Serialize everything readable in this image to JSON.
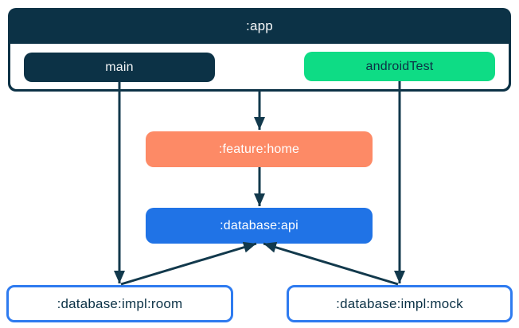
{
  "diagram": {
    "nodes": {
      "app": {
        "label": ":app",
        "fill": "#0c3246",
        "text_color": "#f5f7f8"
      },
      "main": {
        "label": "main",
        "fill": "#0c3246",
        "text_color": "#f5f7f8"
      },
      "androidTest": {
        "label": "androidTest",
        "fill": "#0edc85",
        "text_color": "#0c3246"
      },
      "feature_home": {
        "label": ":feature:home",
        "fill": "#fd8a66",
        "text_color": "#ffffff"
      },
      "database_api": {
        "label": ":database:api",
        "fill": "#2073e6",
        "text_color": "#ffffff"
      },
      "database_impl_room": {
        "label": ":database:impl:room",
        "fill": "#ffffff",
        "border_color": "#2e7bf0",
        "text_color": "#0c3246"
      },
      "database_impl_mock": {
        "label": ":database:impl:mock",
        "fill": "#ffffff",
        "border_color": "#2e7bf0",
        "text_color": "#0c3246"
      }
    },
    "edges": [
      {
        "from": "main",
        "to": ":database:impl:room"
      },
      {
        "from": ":app",
        "to": ":feature:home"
      },
      {
        "from": "androidTest",
        "to": ":database:impl:mock"
      },
      {
        "from": ":feature:home",
        "to": ":database:api"
      },
      {
        "from": ":database:impl:room",
        "to": ":database:api"
      },
      {
        "from": ":database:impl:mock",
        "to": ":database:api"
      }
    ],
    "colors": {
      "navy": "#0c3246",
      "green": "#0edc85",
      "coral": "#fd8a66",
      "blue": "#2073e6",
      "impl_border_blue": "#2e7bf0",
      "arrow": "#12394c",
      "background": "#ffffff"
    }
  }
}
